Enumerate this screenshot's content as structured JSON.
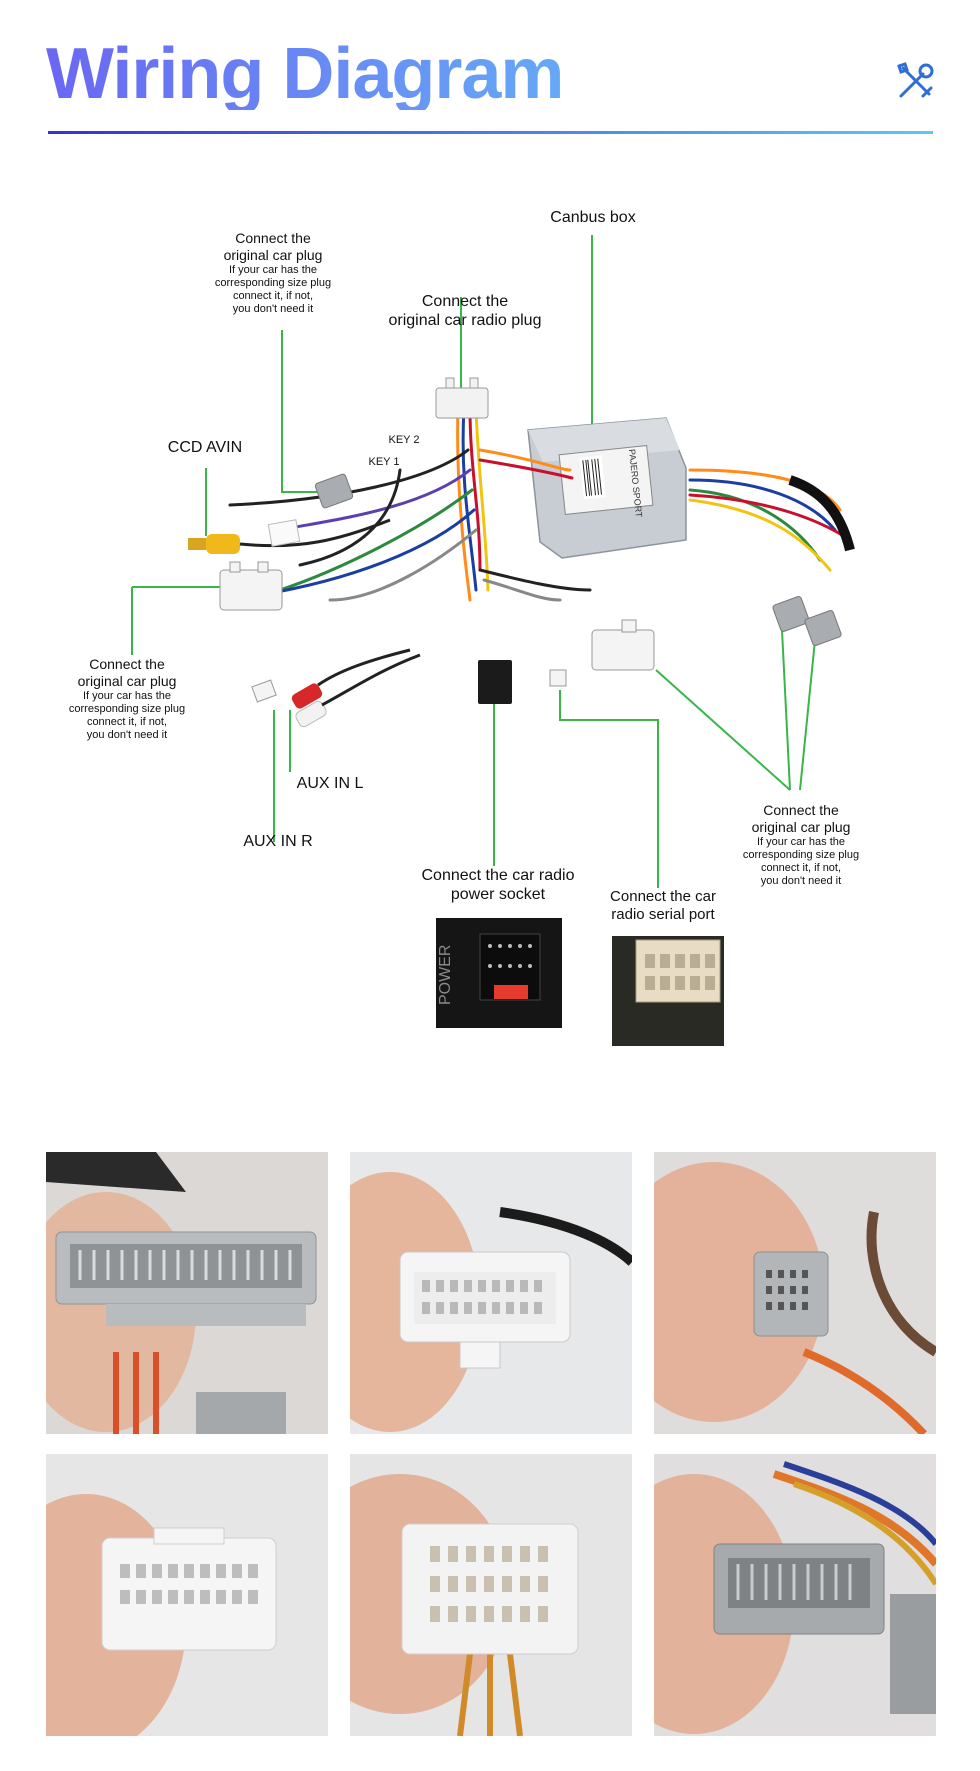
{
  "header": {
    "title": "Wiring Diagram",
    "icon": "tools-icon"
  },
  "diagram": {
    "labels": {
      "canbus_box": "Canbus box",
      "radio_plug_line1": "Connect the",
      "radio_plug_line2": "original car radio plug",
      "top_plug_line1": "Connect the",
      "top_plug_line2": "original car plug",
      "top_plug_sub1": "If your car has the",
      "top_plug_sub2": "corresponding size plug",
      "top_plug_sub3": "connect it, if not,",
      "top_plug_sub4": "you don't need it",
      "ccd_avin": "CCD AVIN",
      "key2": "KEY 2",
      "key1": "KEY 1",
      "left_plug_line1": "Connect the",
      "left_plug_line2": "original car plug",
      "left_plug_sub1": "If your car has the",
      "left_plug_sub2": "corresponding size plug",
      "left_plug_sub3": "connect it, if not,",
      "left_plug_sub4": "you don't need it",
      "aux_in_l": "AUX IN L",
      "aux_in_r": "AUX IN R",
      "power_line1": "Connect the car radio",
      "power_line2": "power socket",
      "serial_line1": "Connect the car",
      "serial_line2": "radio  serial port",
      "right_plug_line1": "Connect the",
      "right_plug_line2": "original car plug",
      "right_plug_sub1": "If your car has the",
      "right_plug_sub2": "corresponding size plug",
      "right_plug_sub3": "connect it, if not,",
      "right_plug_sub4": "you don't need it",
      "canbus_print": "PAJERO SPORT",
      "power_print": "POWER"
    },
    "colors": {
      "callout_line": "#39b54a",
      "box_fill": "#b8bfc6"
    }
  },
  "photos": [
    {
      "name": "photo-gray-large-connector"
    },
    {
      "name": "photo-white-connector-a"
    },
    {
      "name": "photo-gray-small-connector"
    },
    {
      "name": "photo-white-connector-b"
    },
    {
      "name": "photo-white-connector-c"
    },
    {
      "name": "photo-gray-connector-b"
    }
  ]
}
